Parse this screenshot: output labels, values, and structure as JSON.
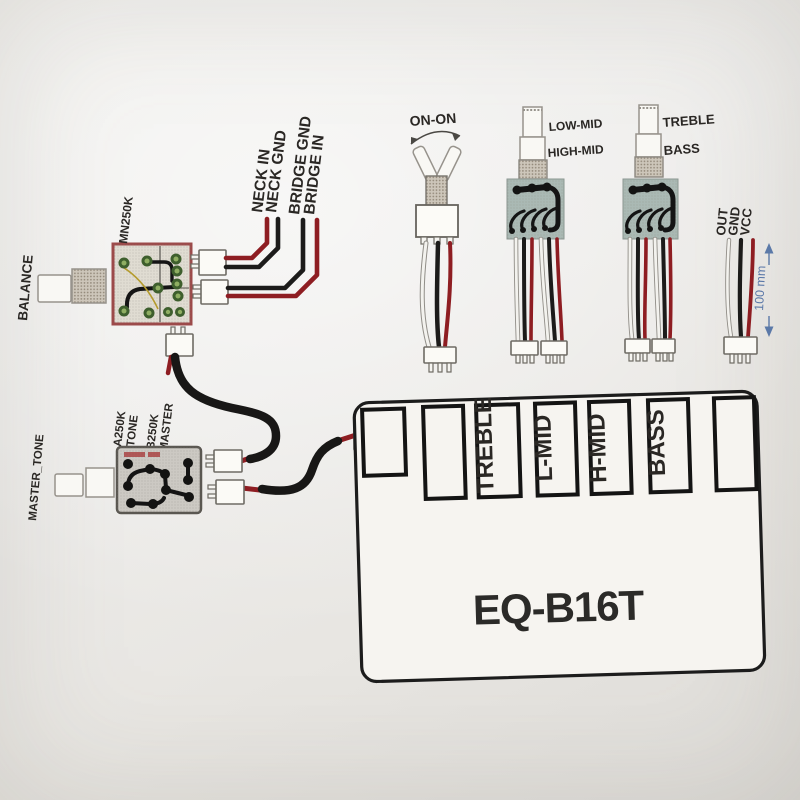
{
  "diagram": {
    "balance_pot": {
      "name": "BALANCE",
      "part_number": "MN250K",
      "wires": [
        "NECK IN",
        "NECK GND",
        "BRIDGE GND",
        "BRIDGE IN"
      ]
    },
    "master_pot": {
      "name": "MASTER_TONE",
      "gang_a": {
        "value": "A250K",
        "label": "TONE"
      },
      "gang_b": {
        "value": "B250K",
        "label": "MASTER"
      }
    },
    "toggle_switch": {
      "label": "ON-ON"
    },
    "mid_pot": {
      "upper": "LOW-MID",
      "lower": "HIGH-MID"
    },
    "treble_bass_pot": {
      "upper": "TREBLE",
      "lower": "BASS"
    },
    "output_harness": {
      "wires": [
        "OUT",
        "GND",
        "VCC"
      ],
      "dimension_label": "100 mm"
    },
    "eq_unit": {
      "model": "EQ-B16T",
      "slots": [
        "TREBLE",
        "L-MID",
        "H-MID",
        "BASS"
      ]
    },
    "colors": {
      "label_red": "#a3282a",
      "wire_red": "#8e1d22",
      "wire_black": "#1c1b1a",
      "dimension_blue": "#5b79a8"
    }
  }
}
